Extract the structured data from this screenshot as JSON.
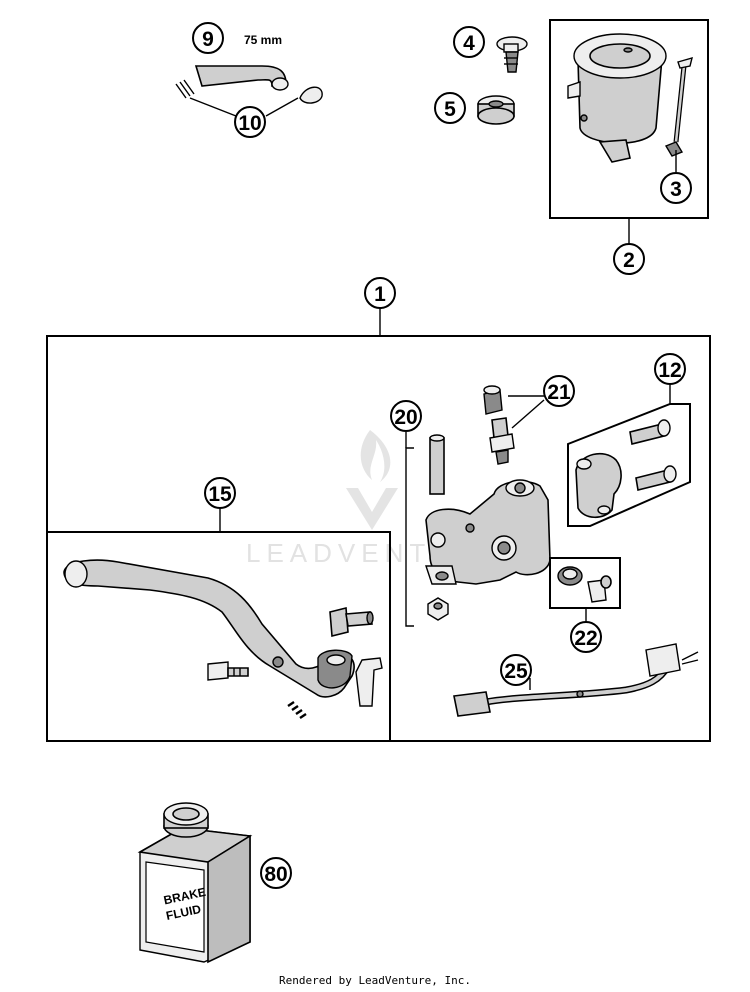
{
  "diagram": {
    "callouts": {
      "c1": "1",
      "c2": "2",
      "c3": "3",
      "c4": "4",
      "c5": "5",
      "c9": "9",
      "c10": "10",
      "c12": "12",
      "c15": "15",
      "c20": "20",
      "c21": "21",
      "c22": "22",
      "c25": "25",
      "c80": "80"
    },
    "hose_length_label": "75 mm",
    "can_label_line1": "BRAKE",
    "can_label_line2": "FLUID",
    "watermark": "LEADVENTURE",
    "footer": "Rendered by LeadVenture, Inc."
  }
}
